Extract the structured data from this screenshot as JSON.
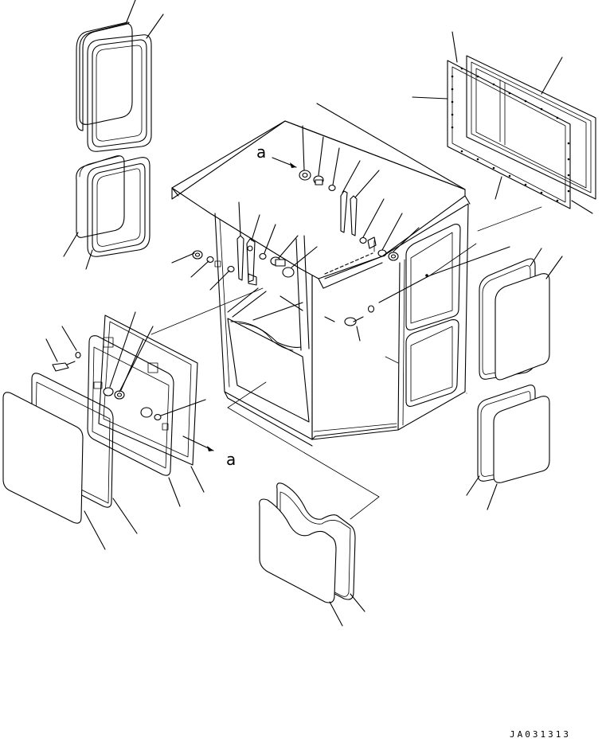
{
  "callouts": {
    "section_mark_top": "a",
    "section_mark_bottom": "a"
  },
  "drawing_code": "JA031313"
}
